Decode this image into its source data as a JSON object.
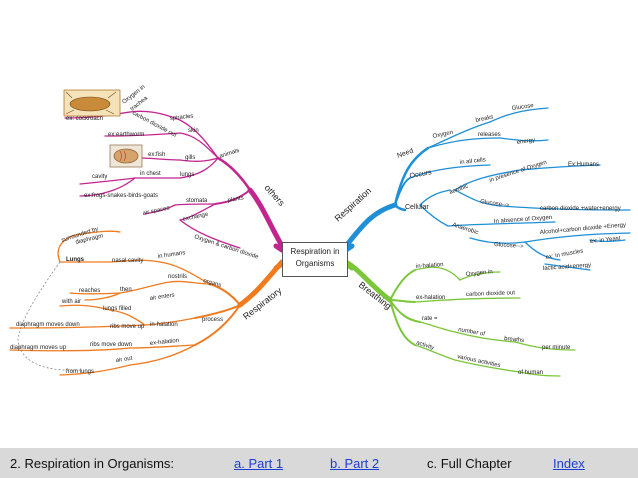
{
  "center": {
    "line1": "Respiration in",
    "line2": "Organisms"
  },
  "branches": {
    "respiration": "Respiration",
    "breathing": "Breathing",
    "respiratory": "Respiratory",
    "others": "others"
  },
  "respiration": {
    "need": "Need",
    "oxygen": "Oxygen",
    "breaks": "breaks",
    "glucose": "Glucose",
    "releases": "releases",
    "energy": "energy",
    "occurs": "Occurs",
    "in_all_cells": "in all cells",
    "cellular": "Cellular",
    "aerobic": "aerobic",
    "in_presence": "in presence of Oxygen",
    "ex_humans": "Ex:Humans",
    "glucose_arrow": "Glucose-->",
    "aerobic_products": "carbon dioxide +water+energy",
    "anaerobic": "Anaerobic",
    "in_absence": "In absence of Oxygen",
    "glucose_arrow2": "Glucose-->",
    "alcohol_products": "Alcohol+carbon dioxide +Energy",
    "ex_yeast": "ex: in Yeast",
    "ex_muscles": "ex: in muscles",
    "lactic": "lactic acid+energy"
  },
  "breathing": {
    "inhalation": "in-halation",
    "oxygen_in": "Oxygen in",
    "exhalation": "ex-halation",
    "co2_out": "carbon dioxide out",
    "rate": "rate =",
    "number_of": "number of",
    "breaths": "breaths",
    "per_minute": "per minute",
    "activity": "activity",
    "various": "various activities",
    "of_human": "of human"
  },
  "respiratory": {
    "organs": "organs",
    "in_humans": "in humans",
    "nostrils": "nostrils",
    "nasal_cavity": "nasal cavity",
    "lungs": "Lungs",
    "surrounded_by": "surrounded by",
    "diaphragm": "diaphragm",
    "air_enters": "air enters",
    "then": "then",
    "reaches": "reaches",
    "process": "process",
    "inhalation": "in-halation",
    "ribs_up": "ribs move up",
    "lungs_filled": "lungs filled",
    "with_air": "with air",
    "diaphragm_down": "diaphragm moves down",
    "exhalation": "ex-halation",
    "ribs_down": "ribs move down",
    "diaphragm_up": "diaphragm moves up",
    "air_out": "air out",
    "from_lungs": "from lungs"
  },
  "others": {
    "animals": "animals",
    "spiracles": "spiracles",
    "oxygen_in": "Oxygen in",
    "trachea": "trachea",
    "co2_out": "carbon dioxide out",
    "ex_cockroach": "ex: cockroach",
    "skin": "skin",
    "ex_earthworm": "ex:earthworm",
    "gills": "gills",
    "ex_fish": "ex:fish",
    "lungs": "lungs",
    "in_chest": "in chest",
    "cavity": "cavity",
    "ex_frogs": "ex:frogs-snakes-birds-goats",
    "plants": "plants",
    "stomata": "stomata",
    "air_spaces": "air spaces",
    "exchange": "exchange",
    "oxygen_co2": "Oxygen & carbon dioxide"
  },
  "footer": {
    "title": "2. Respiration in Organisms:",
    "part1": "a. Part 1",
    "part2": "b. Part 2",
    "full": "c. Full Chapter",
    "index": "Index"
  },
  "colors": {
    "respiration": "#1f8fd6",
    "breathing": "#7cc63a",
    "respiratory": "#f07a1e",
    "others": "#c2258f",
    "footer_bg": "#d9d9d9",
    "link": "#1a3fd4"
  }
}
